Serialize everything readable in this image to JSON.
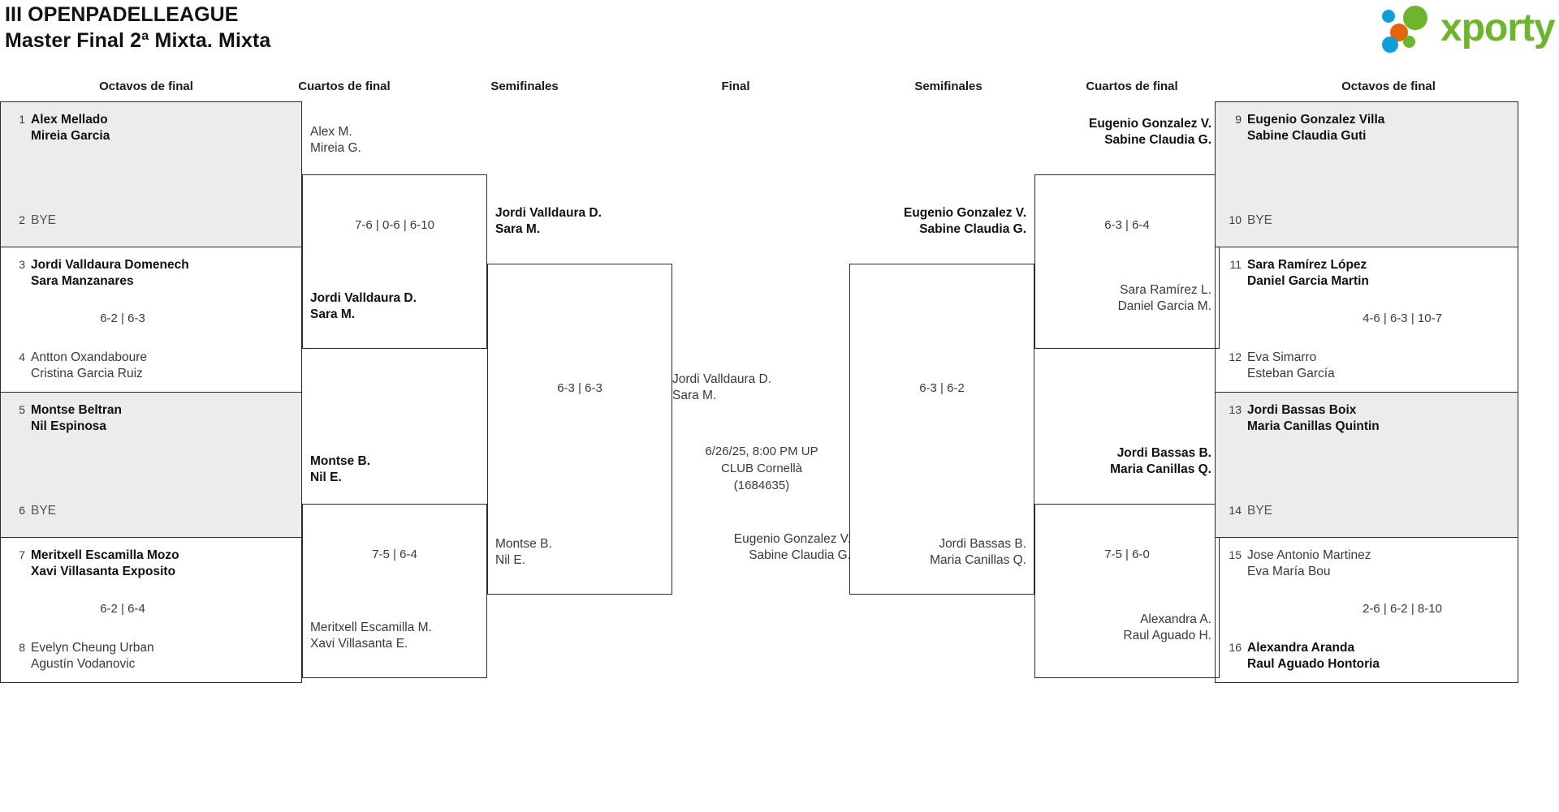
{
  "header": {
    "title_line1": "III OPENPADELLEAGUE",
    "title_line2": "Master Final 2ª Mixta. Mixta",
    "logo_text": "xporty",
    "logo_colors": {
      "green": "#6cb52d",
      "blue": "#0f9fd8",
      "orange": "#e8620c"
    }
  },
  "round_labels": {
    "r16_left": "Octavos de final",
    "qf_left": "Cuartos de final",
    "sf_left": "Semifinales",
    "final": "Final",
    "sf_right": "Semifinales",
    "qf_right": "Cuartos de final",
    "r16_right": "Octavos de final"
  },
  "left": {
    "r16": [
      {
        "shaded": true,
        "top": {
          "seed": "1",
          "p1": "Alex Mellado",
          "p2": "Mireia Garcia",
          "result": "winner"
        },
        "bottom": {
          "seed": "2",
          "bye": "BYE"
        },
        "score": ""
      },
      {
        "shaded": false,
        "top": {
          "seed": "3",
          "p1": "Jordi Valldaura Domenech",
          "p2": "Sara Manzanares",
          "result": "winner"
        },
        "bottom": {
          "seed": "4",
          "p1": "Antton Oxandaboure",
          "p2": "Cristina Garcia Ruiz",
          "result": "loser"
        },
        "score": "6-2 | 6-3"
      },
      {
        "shaded": true,
        "top": {
          "seed": "5",
          "p1": "Montse Beltran",
          "p2": "Nil Espinosa",
          "result": "winner"
        },
        "bottom": {
          "seed": "6",
          "bye": "BYE"
        },
        "score": ""
      },
      {
        "shaded": false,
        "top": {
          "seed": "7",
          "p1": "Meritxell Escamilla Mozo",
          "p2": "Xavi Villasanta Exposito",
          "result": "winner"
        },
        "bottom": {
          "seed": "8",
          "p1": "Evelyn Cheung Urban",
          "p2": "Agustín Vodanovic",
          "result": "loser"
        },
        "score": "6-2 | 6-4"
      }
    ],
    "qf": [
      {
        "top": {
          "p1": "Alex M.",
          "p2": "Mireia G.",
          "result": "loser"
        },
        "bottom": {
          "p1": "Jordi Valldaura D.",
          "p2": "Sara M.",
          "result": "winner"
        },
        "score": "7-6 | 0-6 | 6-10"
      },
      {
        "top": {
          "p1": "Montse B.",
          "p2": "Nil E.",
          "result": "winner"
        },
        "bottom": {
          "p1": "Meritxell Escamilla M.",
          "p2": "Xavi Villasanta E.",
          "result": "loser"
        },
        "score": "7-5 | 6-4"
      }
    ],
    "sf": {
      "top": {
        "p1": "Jordi Valldaura D.",
        "p2": "Sara M.",
        "result": "winner"
      },
      "bottom": {
        "p1": "Montse B.",
        "p2": "Nil E.",
        "result": "loser"
      },
      "score": "6-3 | 6-3"
    }
  },
  "final": {
    "top": {
      "p1": "Jordi Valldaura D.",
      "p2": "Sara M.",
      "result": "loser"
    },
    "bottom": {
      "p1": "Eugenio Gonzalez V.",
      "p2": "Sabine Claudia G.",
      "result": "loser"
    },
    "meta_line1": "6/26/25, 8:00 PM UP",
    "meta_line2": "CLUB Cornellà",
    "meta_line3": "(1684635)"
  },
  "right": {
    "sf": {
      "top": {
        "p1": "Eugenio Gonzalez V.",
        "p2": "Sabine Claudia G.",
        "result": "winner"
      },
      "bottom": {
        "p1": "Jordi Bassas B.",
        "p2": "Maria Canillas Q.",
        "result": "loser"
      },
      "score": "6-3 | 6-2"
    },
    "qf": [
      {
        "top": {
          "p1": "Eugenio Gonzalez V.",
          "p2": "Sabine Claudia G.",
          "result": "winner"
        },
        "bottom": {
          "p1": "Sara Ramírez L.",
          "p2": "Daniel Garcia M.",
          "result": "loser"
        },
        "score": "6-3 | 6-4"
      },
      {
        "top": {
          "p1": "Jordi Bassas B.",
          "p2": "Maria Canillas Q.",
          "result": "winner"
        },
        "bottom": {
          "p1": "Alexandra A.",
          "p2": "Raul Aguado H.",
          "result": "loser"
        },
        "score": "7-5 | 6-0"
      }
    ],
    "r16": [
      {
        "shaded": true,
        "top": {
          "seed": "9",
          "p1": "Eugenio Gonzalez Villa",
          "p2": "Sabine Claudia Guti",
          "result": "winner"
        },
        "bottom": {
          "seed": "10",
          "bye": "BYE"
        },
        "score": ""
      },
      {
        "shaded": false,
        "top": {
          "seed": "11",
          "p1": "Sara Ramírez López",
          "p2": "Daniel Garcia Martin",
          "result": "winner"
        },
        "bottom": {
          "seed": "12",
          "p1": "Eva Simarro",
          "p2": "Esteban García",
          "result": "loser"
        },
        "score": "4-6 | 6-3 | 10-7"
      },
      {
        "shaded": true,
        "top": {
          "seed": "13",
          "p1": "Jordi Bassas Boix",
          "p2": "Maria Canillas Quintin",
          "result": "winner"
        },
        "bottom": {
          "seed": "14",
          "bye": "BYE"
        },
        "score": ""
      },
      {
        "shaded": false,
        "top": {
          "seed": "15",
          "p1": "Jose Antonio Martinez",
          "p2": "Eva María Bou",
          "result": "loser"
        },
        "bottom": {
          "seed": "16",
          "p1": "Alexandra Aranda",
          "p2": "Raul Aguado Hontoria",
          "result": "winner"
        },
        "score": "2-6 | 6-2 | 8-10"
      }
    ]
  }
}
